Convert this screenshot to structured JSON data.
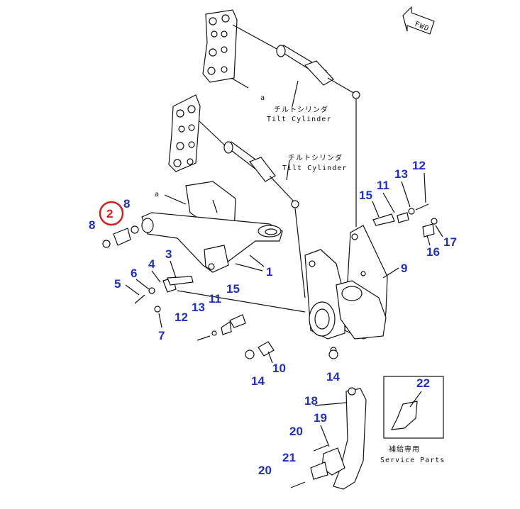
{
  "callouts": {
    "c1": "1",
    "c2": "2",
    "c3": "3",
    "c4": "4",
    "c5": "5",
    "c6": "6",
    "c7": "7",
    "c8a": "8",
    "c8b": "8",
    "c9": "9",
    "c10": "10",
    "c11a": "11",
    "c11b": "11",
    "c12a": "12",
    "c12b": "12",
    "c13a": "13",
    "c13b": "13",
    "c14a": "14",
    "c14b": "14",
    "c15a": "15",
    "c15b": "15",
    "c16": "16",
    "c17": "17",
    "c18": "18",
    "c19": "19",
    "c20a": "20",
    "c20b": "20",
    "c21": "21",
    "c22": "22"
  },
  "labels": {
    "tilt_cylinder_upper_jp": "チルトシリンダ",
    "tilt_cylinder_upper_en": "Tilt Cylinder",
    "tilt_cylinder_lower_jp": "チルトシリンダ",
    "tilt_cylinder_lower_en": "Tilt Cylinder",
    "ref_a_upper": "a",
    "ref_a_lower": "a",
    "fwd": "FWD",
    "service_parts_jp": "補給専用",
    "service_parts_en": "Service Parts"
  },
  "highlight": {
    "callout": "2",
    "color": "#d42020"
  },
  "colors": {
    "callout_text": "#1f2fbf",
    "line": "#111111"
  }
}
